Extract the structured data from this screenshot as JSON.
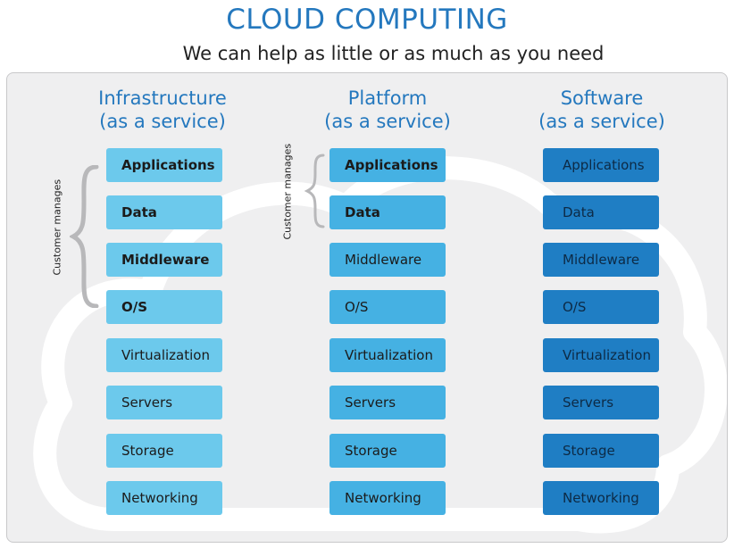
{
  "title": "CLOUD COMPUTING",
  "subtitle": "We can help as little or as much as you need",
  "customer_manages_label": "Customer manages",
  "columns": [
    {
      "heading_line1": "Infrastructure",
      "heading_line2": "(as a service)",
      "layers": [
        "Applications",
        "Data",
        "Middleware",
        "O/S",
        "Virtualization",
        "Servers",
        "Storage",
        "Networking"
      ]
    },
    {
      "heading_line1": "Platform",
      "heading_line2": "(as a service)",
      "layers": [
        "Applications",
        "Data",
        "Middleware",
        "O/S",
        "Virtualization",
        "Servers",
        "Storage",
        "Networking"
      ]
    },
    {
      "heading_line1": "Software",
      "heading_line2": "(as a service)",
      "layers": [
        "Applications",
        "Data",
        "Middleware",
        "O/S",
        "Virtualization",
        "Servers",
        "Storage",
        "Networking"
      ]
    }
  ],
  "colors": {
    "title": "#2478be",
    "iaas_box": "#6cc9ec",
    "paas_box": "#45b1e3",
    "saas_box": "#1f7ec4",
    "panel": "#efeff0",
    "cloud": "#ffffff",
    "brace": "#b8b8ba"
  }
}
